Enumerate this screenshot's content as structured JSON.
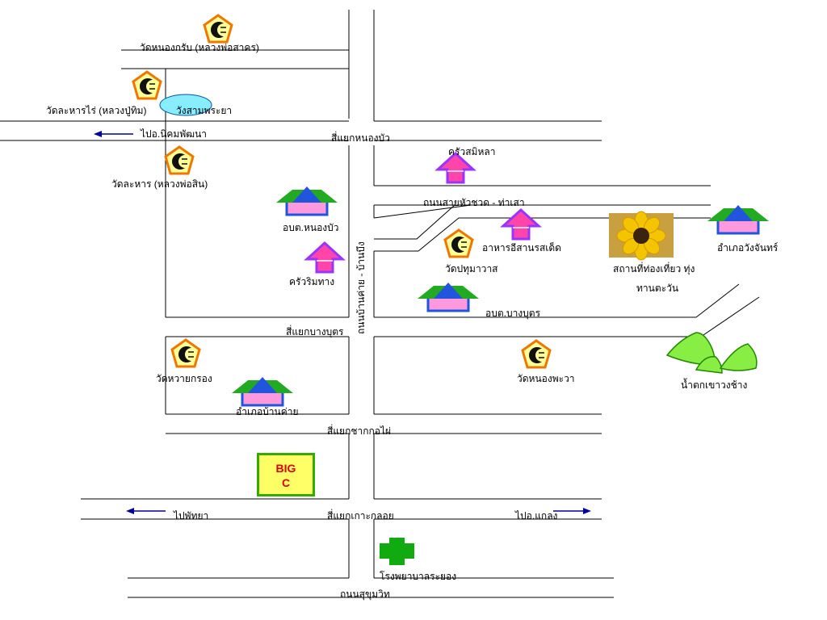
{
  "labels": {
    "wat_nong_krab": "วัดหนองกรับ (หลวงพ่อสาคร)",
    "wat_lahan_rai": "วัดละหารไร่ (หลวงปู่ทิม)",
    "wang_sam_phraya": "วังสามพระยา",
    "to_nikhom": "ไปอ.นิคมพัฒนา",
    "junction_nong_bua": "สี่แยกหนองบัว",
    "khrua_samila": "ครัวสมิหลา",
    "wat_lahan": "วัดละหาร (หลวงพ่อสิน)",
    "road_huachot": "ถนนสายหัวชวด - ท่าเสา",
    "obt_nong_bua": "อบต.หนองบัว",
    "isan_food": "อาหารอีสานรสเด็ด",
    "wang_chan_district": "อำเภอวังจันทร์",
    "wat_pathum": "วัดปทุมาวาส",
    "khrua_rim_thang": "ครัวริมทาง",
    "sunflower_line1": "สถานที่ท่องเที่ยว ทุ่ง",
    "sunflower_line2": "ทานตะวัน",
    "obt_bang_but": "อบต.บางบุตร",
    "road_ban_khai": "ถนนบ้านค่าย - บ้านบึง",
    "junction_bang_but": "สี่แยกบางบุตร",
    "wat_wai_krong": "วัดหวายกรอง",
    "wat_nong_phawa": "วัดหนองพะวา",
    "waterfall": "น้ำตกเขาวงช้าง",
    "ban_khai_district": "อำเภอบ้านค่าย",
    "junction_chak_kho_phai": "สี่แยกชากกอไผ่",
    "big_c_line1": "BIG",
    "big_c_line2": "C",
    "to_pattaya": "ไปพัทยา",
    "junction_ko_kloi": "สี่แยกเกาะกลอย",
    "to_klaeng": "ไปอ.แกลง",
    "rayong_hospital": "โรงพยาบาลระยอง",
    "sukhumvit_road": "ถนนสุขุมวิท"
  },
  "colors": {
    "road": "#000000",
    "temple_fill": "#ffff99",
    "temple_border": "#ee7700",
    "office_roof_green": "#22aa22",
    "office_roof_blue": "#2255dd",
    "office_box": "#ff99dd",
    "restaurant_fill": "#ff44aa",
    "restaurant_border": "#9933ff",
    "hospital": "#11aa11",
    "hill": "#88ee44",
    "lake": "#88eeff",
    "arrow": "#000099"
  },
  "icons": [
    "temple-icon",
    "office-icon",
    "restaurant-icon",
    "hospital-cross-icon",
    "sunflower-icon",
    "hill-icon",
    "lake-icon",
    "arrow-left-icon",
    "arrow-right-icon"
  ]
}
